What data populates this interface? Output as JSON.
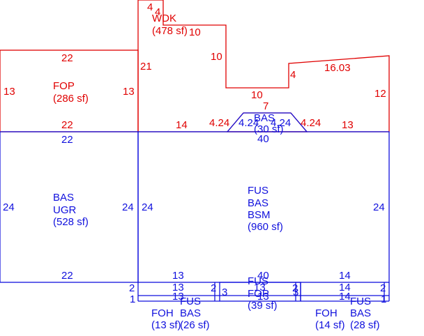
{
  "colors": {
    "upper_level": "#e00000",
    "lower_level": "#1010dd",
    "background": "#ffffff"
  },
  "areas": {
    "wdk": {
      "lines": [
        "WDK",
        "(478 sf)"
      ]
    },
    "fop_top": {
      "lines": [
        "FOP",
        "(286 sf)"
      ]
    },
    "bas_small": {
      "lines": [
        "BAS",
        "(30 sf)"
      ]
    },
    "bas_ugr": {
      "lines": [
        "BAS",
        "UGR",
        "(528 sf)"
      ]
    },
    "fus_main": {
      "lines": [
        "FUS",
        "BAS",
        "BSM",
        "(960 sf)"
      ]
    },
    "fus_fop": {
      "lines": [
        "FUS",
        "FOP",
        "(39 sf)"
      ]
    },
    "foh_left": {
      "lines": [
        "FOH",
        "(13 sf)"
      ]
    },
    "fus_bas_left": {
      "lines": [
        "FUS",
        "BAS",
        "(26 sf)"
      ]
    },
    "foh_right": {
      "lines": [
        "FOH",
        "(14 sf)"
      ]
    },
    "fus_bas_right": {
      "lines": [
        "FUS",
        "BAS",
        "(28 sf)"
      ]
    }
  },
  "dims": {
    "wdk_4a": "4",
    "wdk_4b": "4",
    "wdk_10a": "10",
    "wdk_10b": "10",
    "wdk_10c": "10",
    "wdk_4c": "4",
    "wdk_1603": "16.03",
    "wdk_12": "12",
    "wdk_7": "7",
    "wdk_14": "14",
    "wdk_424a": "4.24",
    "wdk_424b": "4.24",
    "wdk_424c": "4.24",
    "wdk_424d": "4.24",
    "wdk_13b": "13",
    "wdk_21": "21",
    "fop_22t": "22",
    "fop_13l": "13",
    "fop_13r": "13",
    "fop_22b": "22",
    "bas_40": "40",
    "ugr_22t": "22",
    "ugr_24l": "24",
    "ugr_24r": "24",
    "ugr_22b": "22",
    "fus_24l": "24",
    "fus_24r": "24",
    "fus_13": "13",
    "fus_40b": "40",
    "fus_14": "14",
    "sm_2a": "2",
    "sm_1a": "1",
    "sm_13a": "13",
    "sm_13b": "13",
    "sm_2b": "2",
    "sm_3": "3",
    "sm_13c": "13",
    "sm_13d": "13",
    "sm_2c": "2",
    "sm_3b": "3",
    "sm_14a": "14",
    "sm_14b": "14",
    "sm_2d": "2",
    "sm_1b": "1"
  }
}
